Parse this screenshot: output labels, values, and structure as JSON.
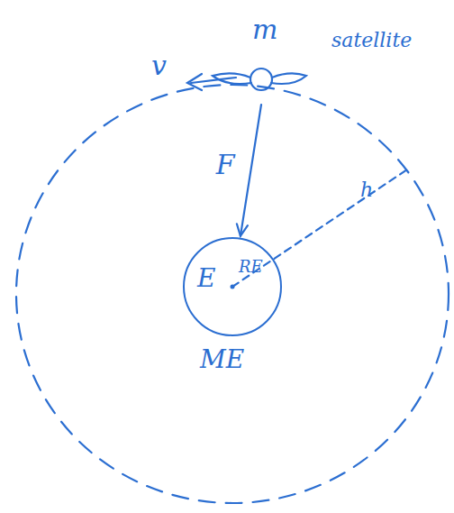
{
  "diagram": {
    "nodes": [
      {
        "text": [
          "m",
          "satellite"
        ]
      },
      {
        "text": [
          "E",
          "RE"
        ]
      }
    ],
    "edges": [
      {
        "from": 0,
        "to": 1,
        "arrow": "to",
        "label": "F"
      }
    ],
    "labels": [
      "v",
      "h",
      "ME"
    ]
  }
}
